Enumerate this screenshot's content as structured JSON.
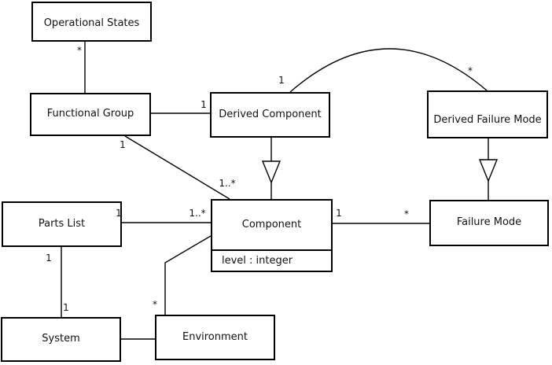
{
  "diagram": {
    "type": "uml-class-diagram",
    "colors": {
      "line": "#000000",
      "box_fill": "#ffffff",
      "background": "#ffffff",
      "text": "#111111"
    }
  },
  "classes": {
    "operational_states": {
      "name": "Operational States"
    },
    "functional_group": {
      "name": "Functional Group"
    },
    "derived_component": {
      "name": "Derived Component"
    },
    "derived_failure_mode": {
      "name": "Derived Failure Mode"
    },
    "parts_list": {
      "name": "Parts List"
    },
    "component": {
      "name": "Component",
      "attribute": "level : integer"
    },
    "failure_mode": {
      "name": "Failure Mode"
    },
    "system": {
      "name": "System"
    },
    "environment": {
      "name": "Environment"
    }
  },
  "multiplicities": {
    "os_fg_star": "*",
    "fg_dc_one": "1",
    "fg_comp_one": "1",
    "fg_comp_many": "1..*",
    "pl_comp_one": "1",
    "pl_comp_many": "1..*",
    "comp_fm_one": "1",
    "comp_fm_star": "*",
    "pl_sys_one_top": "1",
    "pl_sys_one_bottom": "1",
    "comp_env_star": "*",
    "arc_dc_one": "1",
    "arc_dfm_star": "*"
  }
}
